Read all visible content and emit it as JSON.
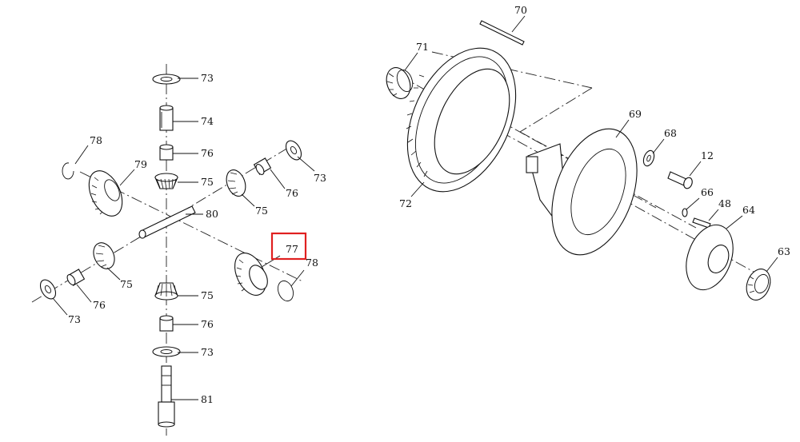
{
  "highlight_color": "#e02020",
  "left_assembly": {
    "labels": {
      "l73_top": "73",
      "l74": "74",
      "l76_upper": "76",
      "l75_upper": "75",
      "l78_left": "78",
      "l79": "79",
      "l73_right": "73",
      "l76_right": "76",
      "l75_right": "75",
      "l80": "80",
      "l77": "77",
      "l78_right": "78",
      "l75_left": "75",
      "l76_left": "76",
      "l73_left": "73",
      "l75_lower": "75",
      "l76_lower": "76",
      "l73_bottom": "73",
      "l81": "81"
    }
  },
  "right_assembly": {
    "labels": {
      "l70": "70",
      "l71": "71",
      "l72": "72",
      "l69": "69",
      "l68": "68",
      "l12": "12",
      "l66": "66",
      "l48": "48",
      "l64": "64",
      "l63": "63"
    }
  }
}
